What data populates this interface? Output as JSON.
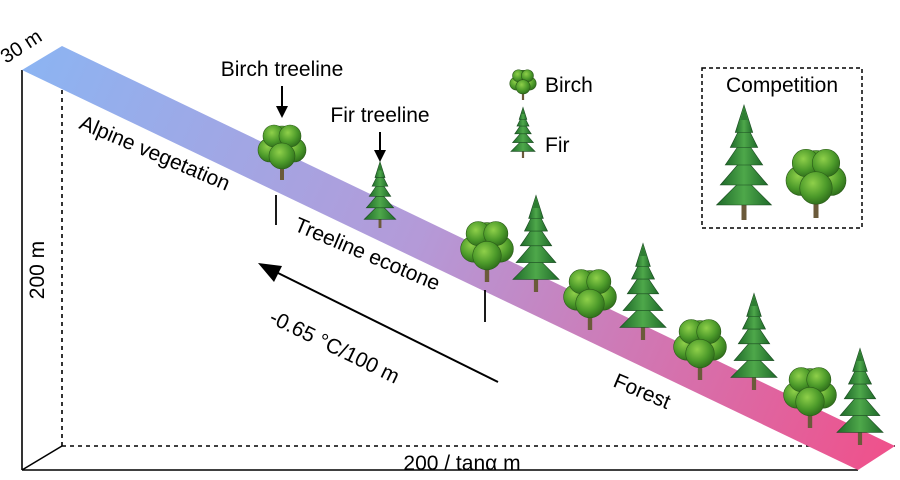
{
  "labels": {
    "top_width": "30 m",
    "height": "200 m",
    "base_length": "200 / tanα m",
    "alpine": "Alpine vegetation",
    "ecotone": "Treeline ecotone",
    "forest": "Forest",
    "lapse_rate": "-0.65 °C/100 m",
    "birch_treeline": "Birch treeline",
    "fir_treeline": "Fir treeline"
  },
  "legend": {
    "birch": "Birch",
    "fir": "Fir"
  },
  "competition": {
    "title": "Competition"
  },
  "colors": {
    "slope_top": "#8cb4f2",
    "slope_bottom": "#f0508a",
    "fir_fill": "#2e7d32",
    "birch_fill": "#4c9a2a"
  }
}
